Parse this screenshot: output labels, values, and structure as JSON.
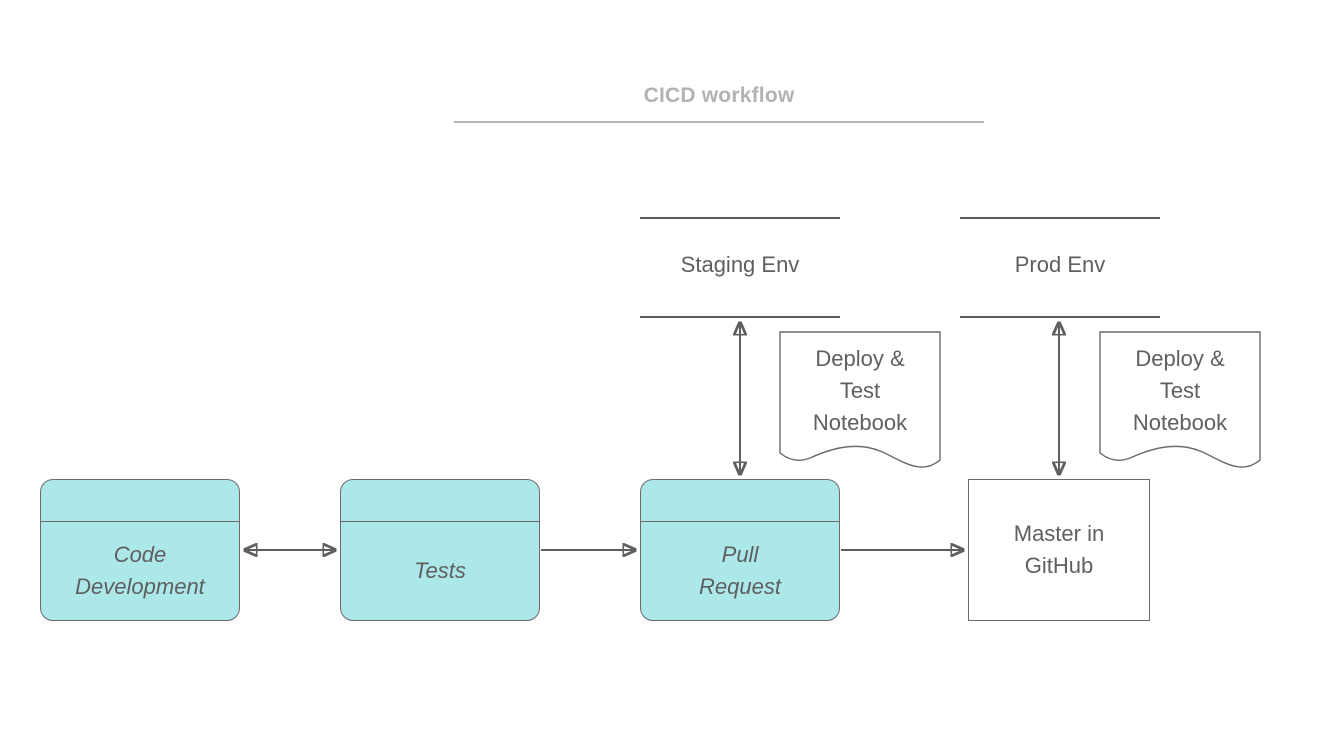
{
  "diagram": {
    "title": "CICD workflow",
    "accent_fill": "#ace8ea",
    "stroke_color": "#5f5f5f",
    "title_color": "#b3b3b3",
    "background": "#ffffff"
  },
  "lanes": [
    {
      "label": "Staging Env"
    },
    {
      "label": "Prod Env"
    }
  ],
  "nodes": {
    "code_development": {
      "label": "Code\nDevelopment",
      "type": "process"
    },
    "tests": {
      "label": "Tests",
      "type": "process"
    },
    "pull_request": {
      "label": "Pull\nRequest",
      "type": "process"
    },
    "master_github": {
      "label": "Master in\nGitHub",
      "type": "rectangle"
    },
    "staging_notebook": {
      "label": "Deploy &\nTest\nNotebook",
      "type": "document"
    },
    "prod_notebook": {
      "label": "Deploy &\nTest\nNotebook",
      "type": "document"
    }
  },
  "connections": [
    {
      "from": "code_development",
      "to": "tests",
      "direction": "both"
    },
    {
      "from": "tests",
      "to": "pull_request",
      "direction": "forward"
    },
    {
      "from": "pull_request",
      "to": "master_github",
      "direction": "forward"
    },
    {
      "from": "staging_lane",
      "to": "pull_request",
      "direction": "both"
    },
    {
      "from": "prod_lane",
      "to": "master_github",
      "direction": "both"
    }
  ]
}
